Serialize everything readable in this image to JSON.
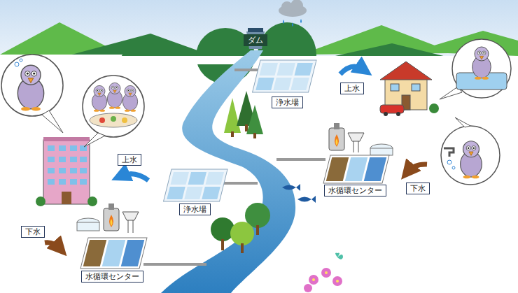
{
  "diagram": {
    "nodes": [
      {
        "text": [
          "ダム"
        ]
      },
      {
        "text": [
          "浄水場"
        ]
      },
      {
        "text": [
          "上水"
        ]
      },
      {
        "text": [
          "水循環センター"
        ]
      },
      {
        "text": [
          "下水"
        ]
      },
      {
        "text": [
          "上水"
        ]
      },
      {
        "text": [
          "浄水場"
        ]
      },
      {
        "text": [
          "下水"
        ]
      },
      {
        "text": [
          "水循環センター"
        ]
      }
    ]
  }
}
